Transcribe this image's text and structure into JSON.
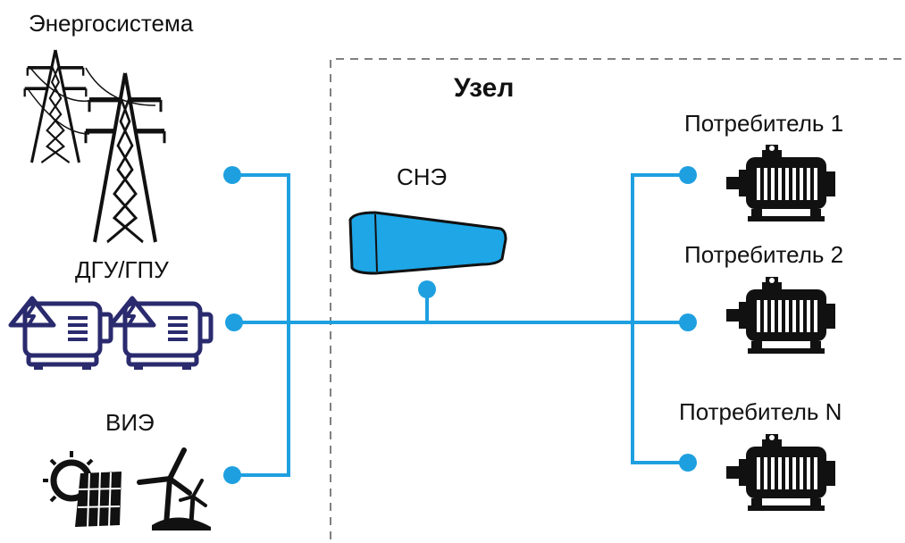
{
  "labels": {
    "grid": "Энергосистема",
    "node": "Узел",
    "storage": "СНЭ",
    "generators": "ДГУ/ГПУ",
    "renewables": "ВИЭ",
    "consumer_1": "Потребитель 1",
    "consumer_2": "Потребитель 2",
    "consumer_n": "Потребитель N"
  },
  "icons": {
    "grid": "transmission-tower-icon",
    "generators": "generator-icon",
    "renewables": "solar-wind-icon",
    "storage": "battery-storage-icon",
    "consumers": "electric-motor-icon"
  },
  "colors": {
    "line": "#1ea0e0",
    "storage_fill": "#1ea6e6",
    "generator_accent": "#2a2a6e",
    "icon_dark": "#111111",
    "boundary": "#808080"
  }
}
